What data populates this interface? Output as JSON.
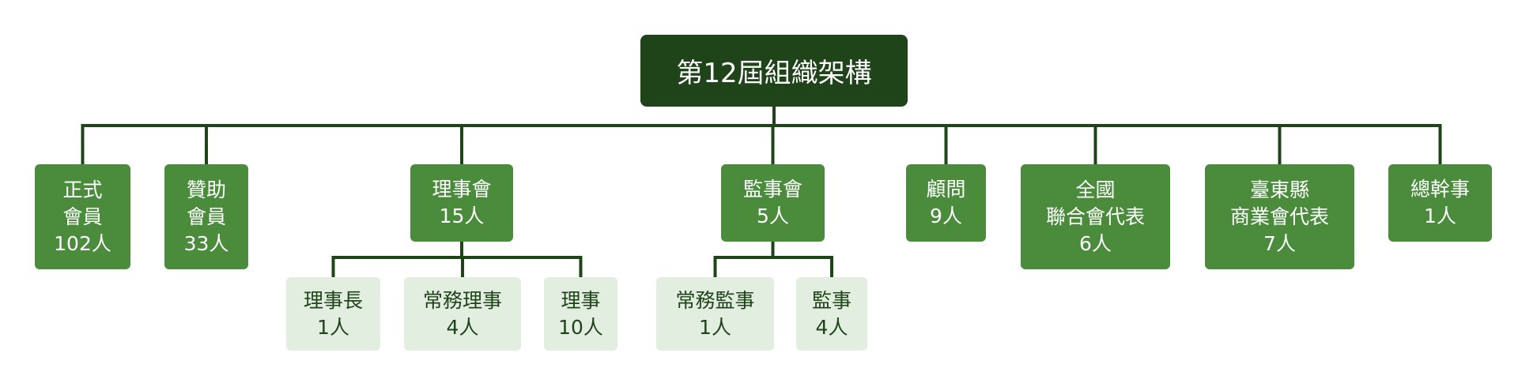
{
  "colors": {
    "root_fill": "#1f4419",
    "level1_fill": "#4a8c3c",
    "level2_fill": "#e2eee0",
    "connector": "#1f4419",
    "light_text": "#ffffff",
    "dark_text": "#1f4419"
  },
  "org": {
    "root": {
      "id": "root",
      "lines": [
        "第12屆組織架構"
      ]
    },
    "level1": [
      {
        "id": "members",
        "lines": [
          "正式",
          "會員",
          "102人"
        ]
      },
      {
        "id": "sponsors",
        "lines": [
          "贊助",
          "會員",
          "33人"
        ]
      },
      {
        "id": "board",
        "lines": [
          "理事會",
          "15人"
        ]
      },
      {
        "id": "supervisors",
        "lines": [
          "監事會",
          "5人"
        ]
      },
      {
        "id": "advisors",
        "lines": [
          "顧問",
          "9人"
        ]
      },
      {
        "id": "national-rep",
        "lines": [
          "全國",
          "聯合會代表",
          "6人"
        ]
      },
      {
        "id": "taitung-rep",
        "lines": [
          "臺東縣",
          "商業會代表",
          "7人"
        ]
      },
      {
        "id": "secretary-general",
        "lines": [
          "總幹事",
          "1人"
        ]
      }
    ],
    "level2": [
      {
        "id": "chairman",
        "parent": "board",
        "lines": [
          "理事長",
          "1人"
        ]
      },
      {
        "id": "executive-directors",
        "parent": "board",
        "lines": [
          "常務理事",
          "4人"
        ]
      },
      {
        "id": "directors",
        "parent": "board",
        "lines": [
          "理事",
          "10人"
        ]
      },
      {
        "id": "executive-supervisor",
        "parent": "supervisors",
        "lines": [
          "常務監事",
          "1人"
        ]
      },
      {
        "id": "supervisor-members",
        "parent": "supervisors",
        "lines": [
          "監事",
          "4人"
        ]
      }
    ]
  }
}
